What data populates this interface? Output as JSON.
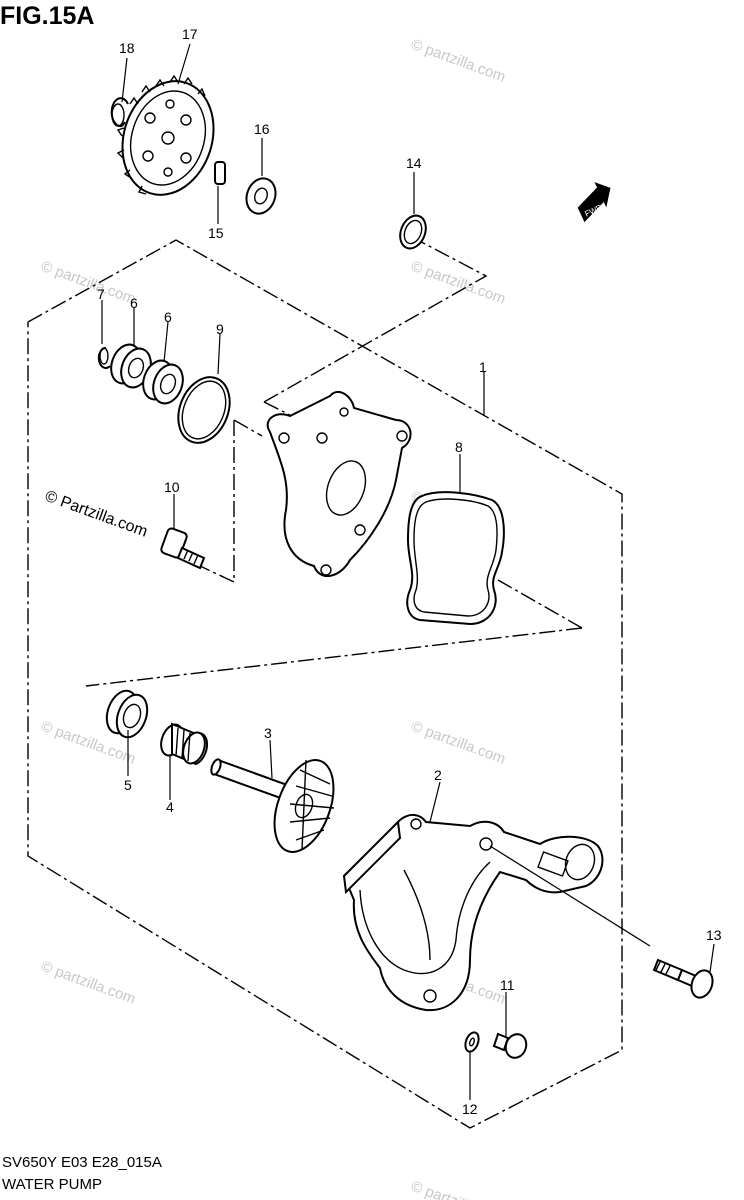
{
  "figure": {
    "title": "FIG.15A",
    "model_code": "SV650Y E03 E28_015A",
    "name": "WATER PUMP"
  },
  "watermark": {
    "text": "© Partzilla.com",
    "short_text": "© partzilla.com"
  },
  "direction_tag": "FWD",
  "callouts": [
    {
      "id": "1",
      "label": "1"
    },
    {
      "id": "2",
      "label": "2"
    },
    {
      "id": "3",
      "label": "3"
    },
    {
      "id": "4",
      "label": "4"
    },
    {
      "id": "5",
      "label": "5"
    },
    {
      "id": "6a",
      "label": "6"
    },
    {
      "id": "6b",
      "label": "6"
    },
    {
      "id": "7",
      "label": "7"
    },
    {
      "id": "8",
      "label": "8"
    },
    {
      "id": "9",
      "label": "9"
    },
    {
      "id": "10",
      "label": "10"
    },
    {
      "id": "11",
      "label": "11"
    },
    {
      "id": "12",
      "label": "12"
    },
    {
      "id": "13",
      "label": "13"
    },
    {
      "id": "14",
      "label": "14"
    },
    {
      "id": "15",
      "label": "15"
    },
    {
      "id": "16",
      "label": "16"
    },
    {
      "id": "17",
      "label": "17"
    },
    {
      "id": "18",
      "label": "18"
    }
  ],
  "colors": {
    "ink": "#000000",
    "watermark": "#c8c8c8",
    "background": "#ffffff"
  }
}
